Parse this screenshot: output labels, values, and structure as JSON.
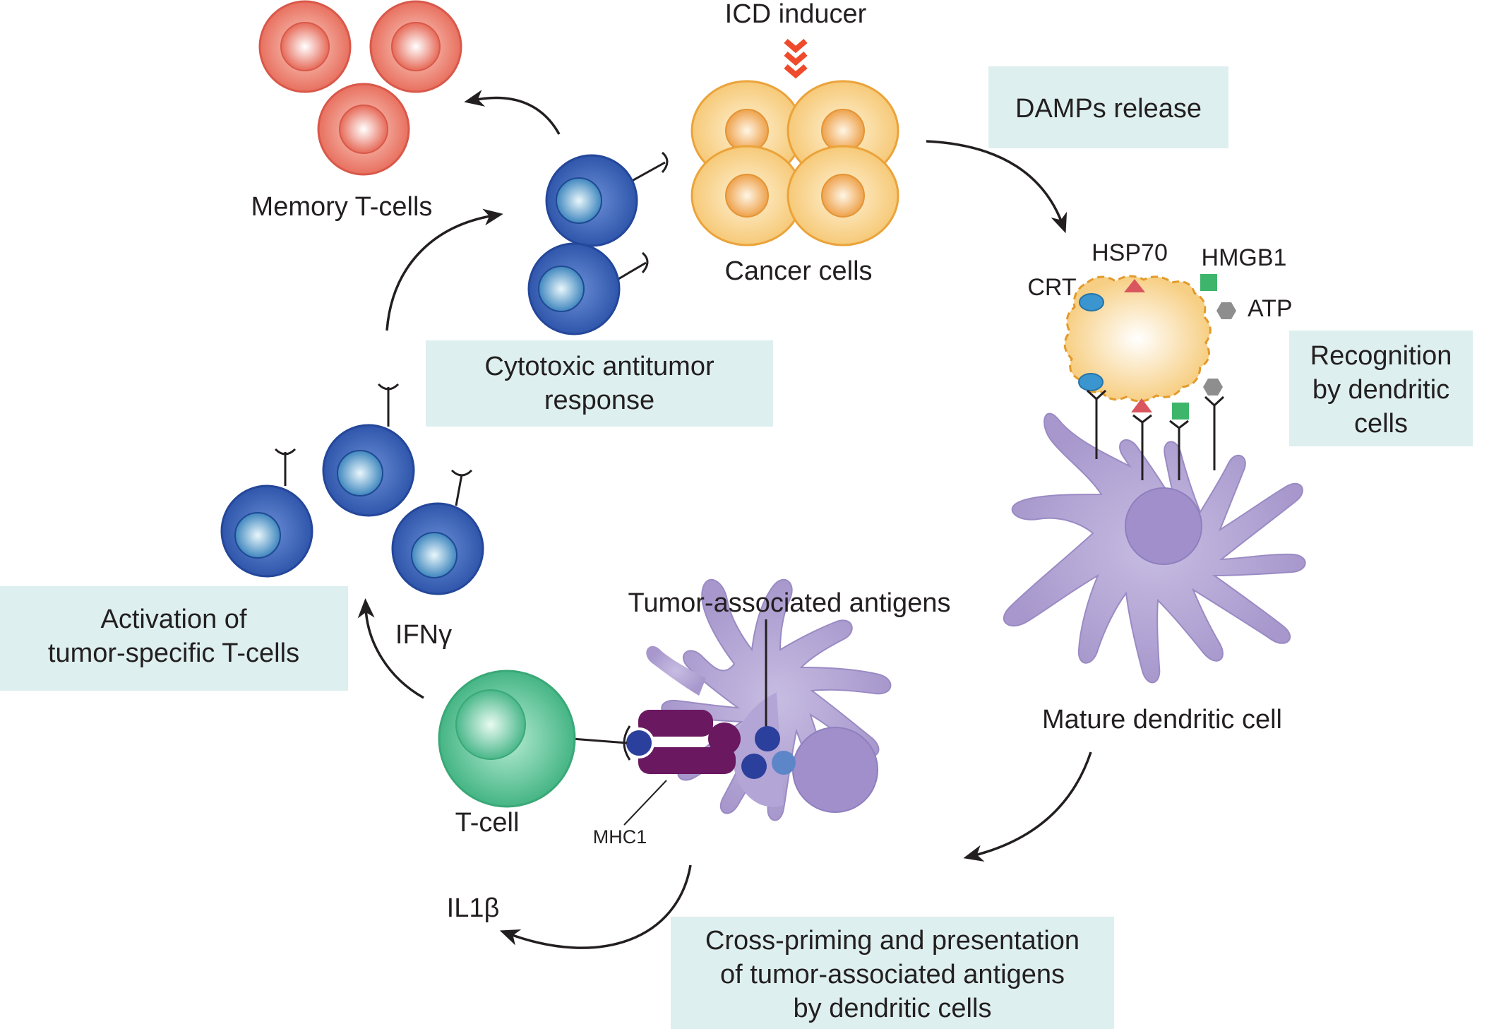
{
  "labels": {
    "icd_inducer": "ICD inducer",
    "cancer_cells": "Cancer cells",
    "memory_t_cells": "Memory T-cells",
    "hsp70": "HSP70",
    "hmgb1": "HMGB1",
    "crt": "CRT",
    "atp": "ATP",
    "mature_dc": "Mature dendritic cell",
    "tumor_antigens": "Tumor-associated antigens",
    "ifng": "IFNγ",
    "t_cell": "T-cell",
    "mhc1": "MHC1",
    "il1b": "IL1β"
  },
  "boxes": {
    "damps": [
      "DAMPs release"
    ],
    "recognition": [
      "Recognition",
      "by dendritic",
      "cells"
    ],
    "cytotoxic": [
      "Cytotoxic antitumor",
      "response"
    ],
    "activation": [
      "Activation of",
      "tumor-specific T-cells"
    ],
    "crosspriming": [
      "Cross-priming and presentation",
      "of tumor-associated antigens",
      "by dendritic cells"
    ]
  },
  "colors": {
    "memory_cell": "#e8705f",
    "cancer_cell": "#f7cf84",
    "cytotoxic_cell": "#3a64b8",
    "dendritic_cell": "#a99ace",
    "t_cell": "#46b686",
    "mhc": "#6a1860",
    "crt": "#3b96d0",
    "hsp70": "#d9565e",
    "hmgb1": "#3db56b",
    "atp": "#8e8e8e",
    "chevron": "#ee4a2b",
    "box_fill": "#ddefee"
  }
}
